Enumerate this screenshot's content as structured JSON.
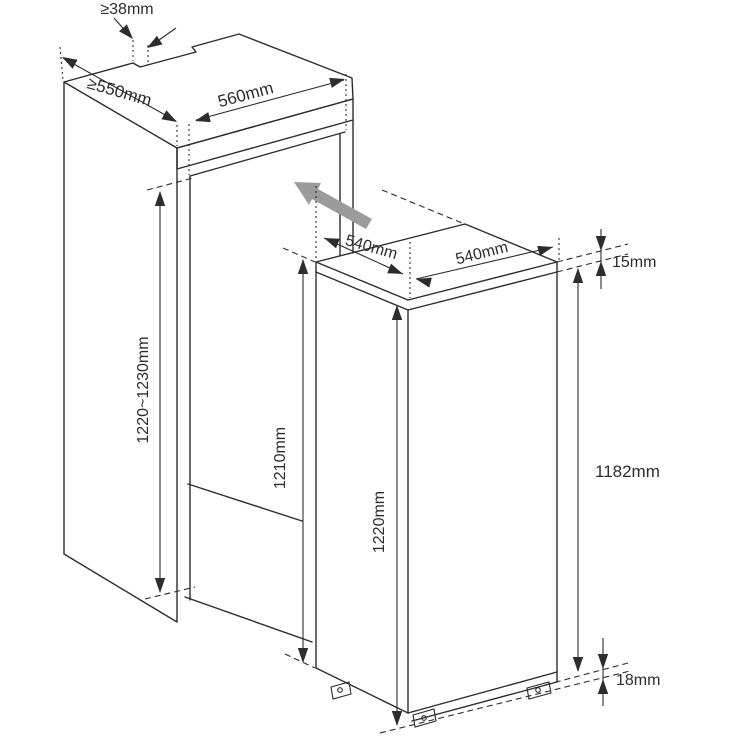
{
  "diagram": {
    "type": "installation-dimension-drawing",
    "subject": "built-in refrigerator niche and appliance dimensions",
    "colors": {
      "line": "#2d2d2d",
      "arrow": "#9b9b9b",
      "background": "#ffffff"
    },
    "icons": {
      "insert_arrow": "push-direction-arrow"
    },
    "labels": {
      "vent_gap": "≥38mm",
      "cabinet_depth": "≥550mm",
      "niche_width": "560mm",
      "appliance_depth": "540mm",
      "appliance_width": "540mm",
      "top_clearance": "15mm",
      "niche_height": "1220~1230mm",
      "body_height": "1210mm",
      "door_height": "1220mm",
      "side_height": "1182mm",
      "bottom_clearance": "18mm"
    }
  }
}
